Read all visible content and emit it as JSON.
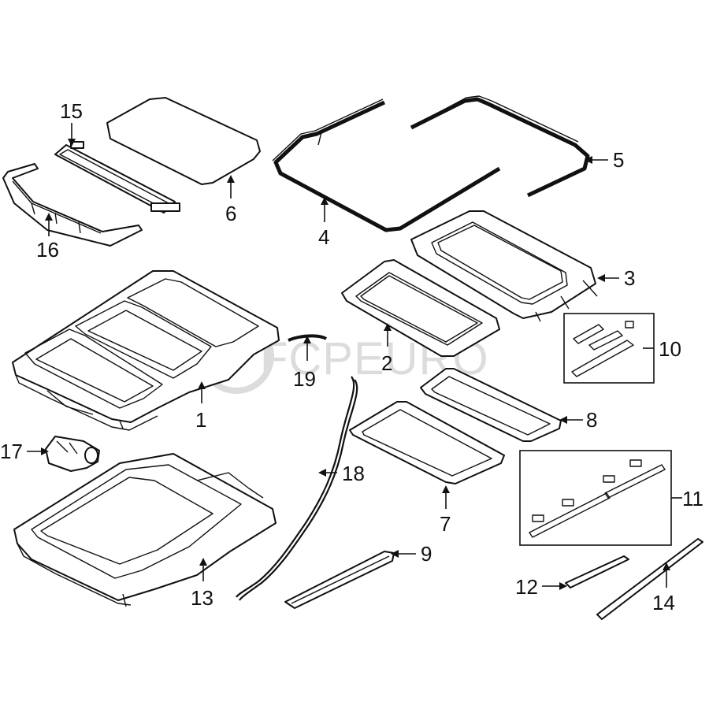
{
  "watermark": "FCPEURO",
  "callouts": {
    "c1": "1",
    "c2": "2",
    "c3": "3",
    "c4": "4",
    "c5": "5",
    "c6": "6",
    "c7": "7",
    "c8": "8",
    "c9": "9",
    "c10": "10",
    "c11": "11",
    "c12": "12",
    "c13": "13",
    "c14": "14",
    "c15": "15",
    "c16": "16",
    "c17": "17",
    "c18": "18",
    "c19": "19"
  },
  "colors": {
    "line": "#111111",
    "watermark": "#dcdcdc",
    "background": "#ffffff"
  }
}
